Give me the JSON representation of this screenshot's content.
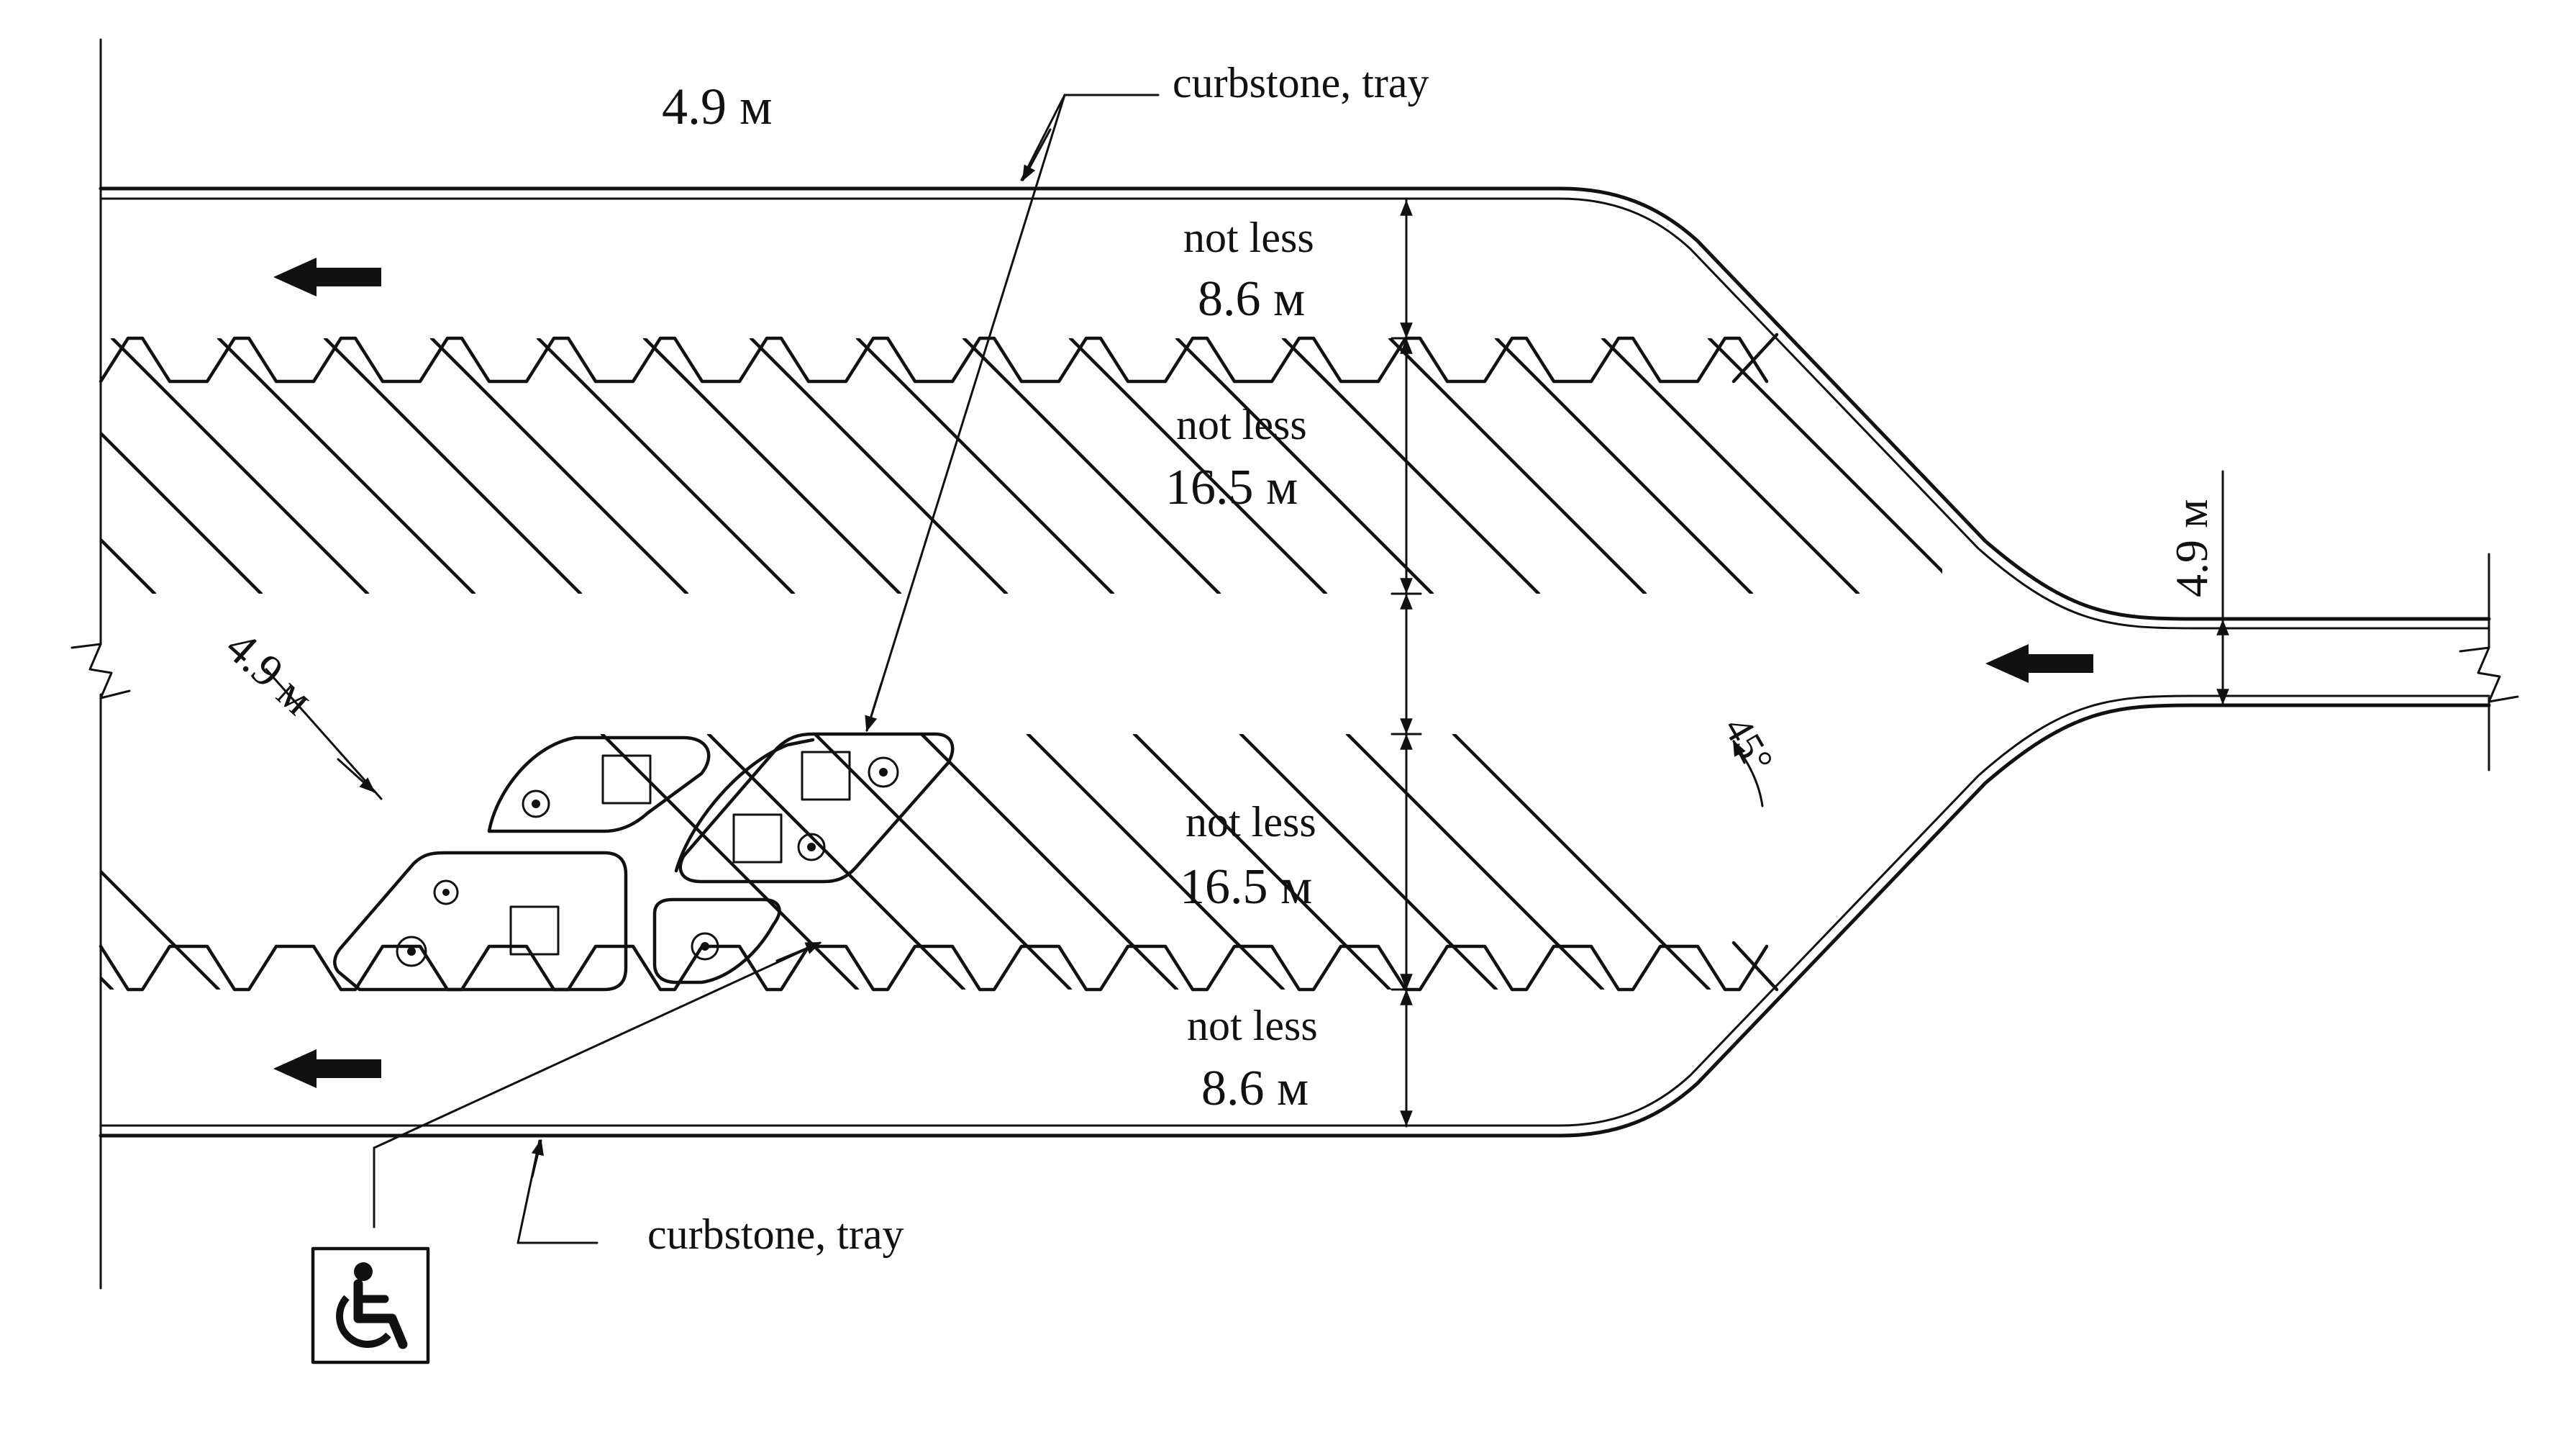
{
  "labels": {
    "top_width": "4.9 м",
    "curb_top": "curbstone, tray",
    "curb_bottom": "curbstone, tray",
    "row1_a": "not less",
    "row1_b": "8.6 м",
    "row2_a": "not less",
    "row2_b": "16.5 м",
    "row3_a": "not less",
    "row3_b": "16.5 м",
    "row4_a": "not less",
    "row4_b": "8.6 м",
    "stall_width": "4.9 м",
    "entry_width": "4.9 м",
    "angle": "45°"
  },
  "icons": {
    "accessible": "wheelchair-icon",
    "direction": "arrow-left-icon"
  }
}
